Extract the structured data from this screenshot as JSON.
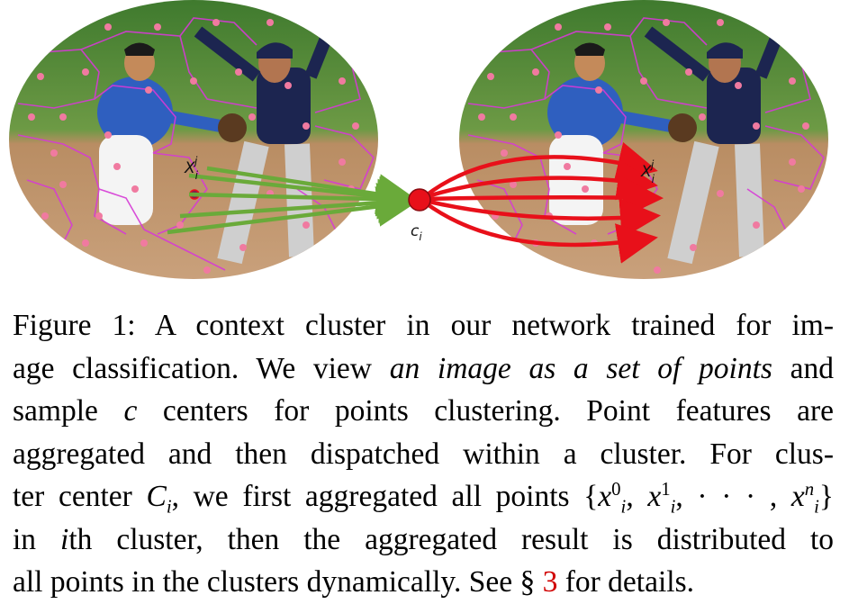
{
  "figure": {
    "left_panel_label": "x_i^j",
    "center_label": "c_i",
    "right_panel_label": "x_i^j",
    "colors": {
      "superpixel_outline": "#d63ad6",
      "point_color": "#f07aa0",
      "aggregate_arrow": "#6aaa3a",
      "dispatch_arrow": "#e8101a",
      "center_node": "#e8101a",
      "field_green": "#5a8a3a",
      "dirt": "#c9a07a"
    }
  },
  "caption": {
    "label": "Figure 1:",
    "line1_a": "A context cluster in our network trained for im-",
    "line2_a": "age classification. We view ",
    "line2_em": "an image as a set of points",
    "line2_b": " and",
    "line3_a": "sample ",
    "line3_c": "c",
    "line3_b": " centers for points clustering. Point features are",
    "line4": "aggregated and then dispatched within a cluster. For clus-",
    "line5_a": "ter center ",
    "line5_C": "C",
    "line5_sub": "i",
    "line5_b": ", we first aggregated all points {",
    "line5_x": "x",
    "line5_sup0": "0",
    "line5_sup1": "1",
    "line5_supn": "n",
    "line5_dots": ", · · · , ",
    "line5_end": "}",
    "line6_a": "in ",
    "line6_i": "i",
    "line6_b": "th cluster, then the aggregated result is distributed to",
    "line7_a": "all points in the clusters dynamically. See § ",
    "line7_ref": "3",
    "line7_b": " for details."
  }
}
